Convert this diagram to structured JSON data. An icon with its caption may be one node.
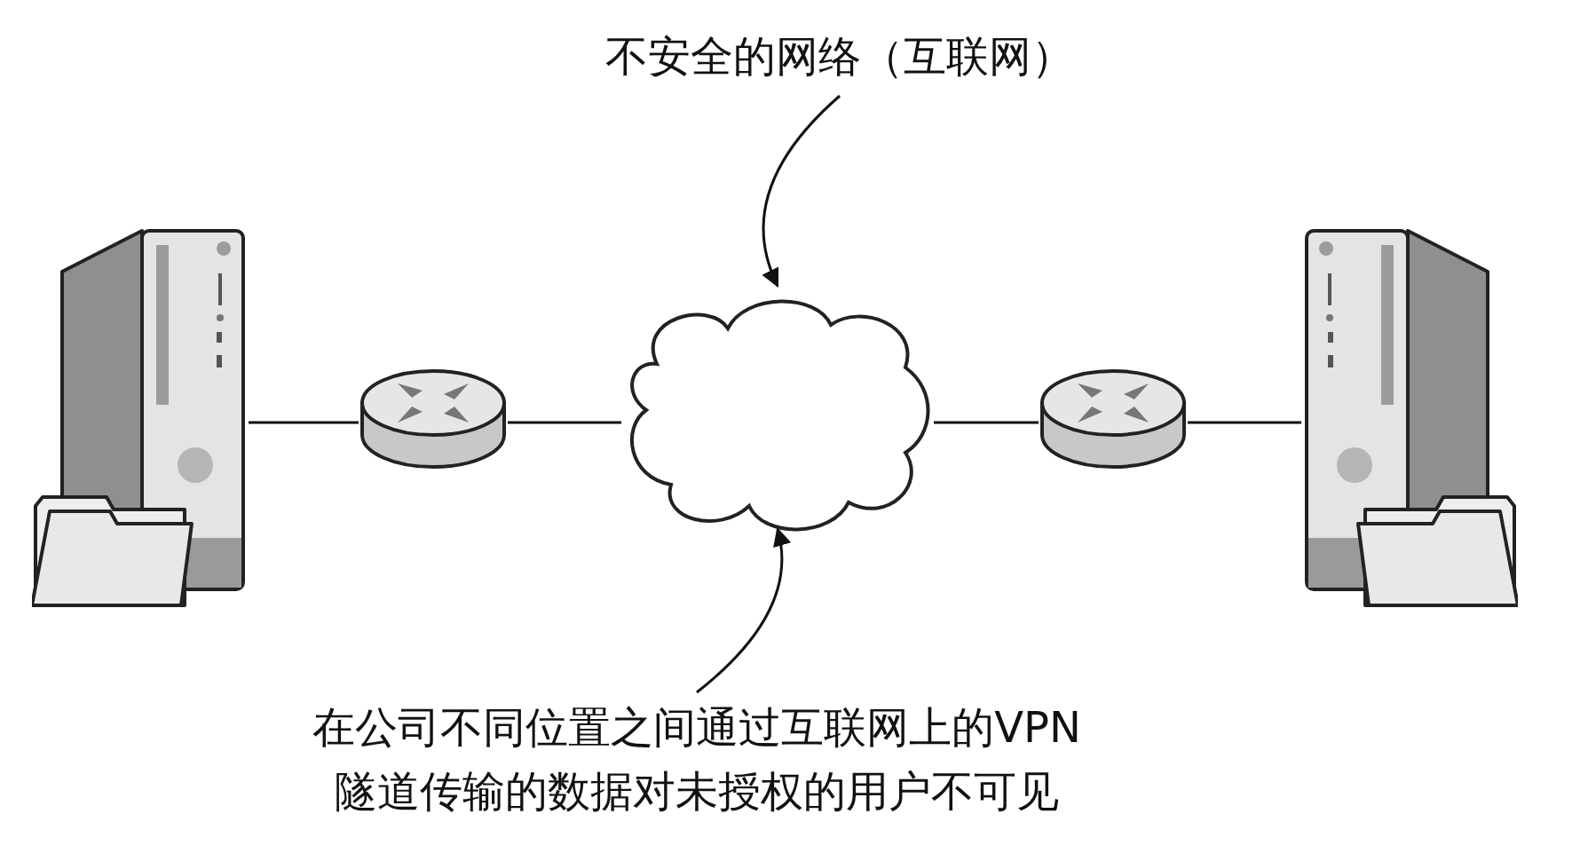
{
  "diagram": {
    "nodes": [
      {
        "text": [
          "不安全的网络（互联网）"
        ]
      },
      {
        "text": [],
        "shape": "picture"
      },
      {
        "text": [],
        "shape": "picture"
      },
      {
        "text": [],
        "shape": "cloud"
      },
      {
        "text": [],
        "shape": "picture"
      },
      {
        "text": [],
        "shape": "picture"
      },
      {
        "text": [
          "在公司不同位置之间通过互联网上的VPN隧道传输的数据对未授权的用户不可见"
        ]
      }
    ],
    "edges": [
      {
        "from": 0,
        "to": 3,
        "arrow": "to"
      },
      {
        "from": 1,
        "to": 2,
        "arrow": "none"
      },
      {
        "from": 2,
        "to": 3,
        "arrow": "none"
      },
      {
        "from": 3,
        "to": 4,
        "arrow": "none"
      },
      {
        "from": 4,
        "to": 5,
        "arrow": "none"
      },
      {
        "from": 6,
        "to": 3,
        "arrow": "to"
      }
    ]
  }
}
